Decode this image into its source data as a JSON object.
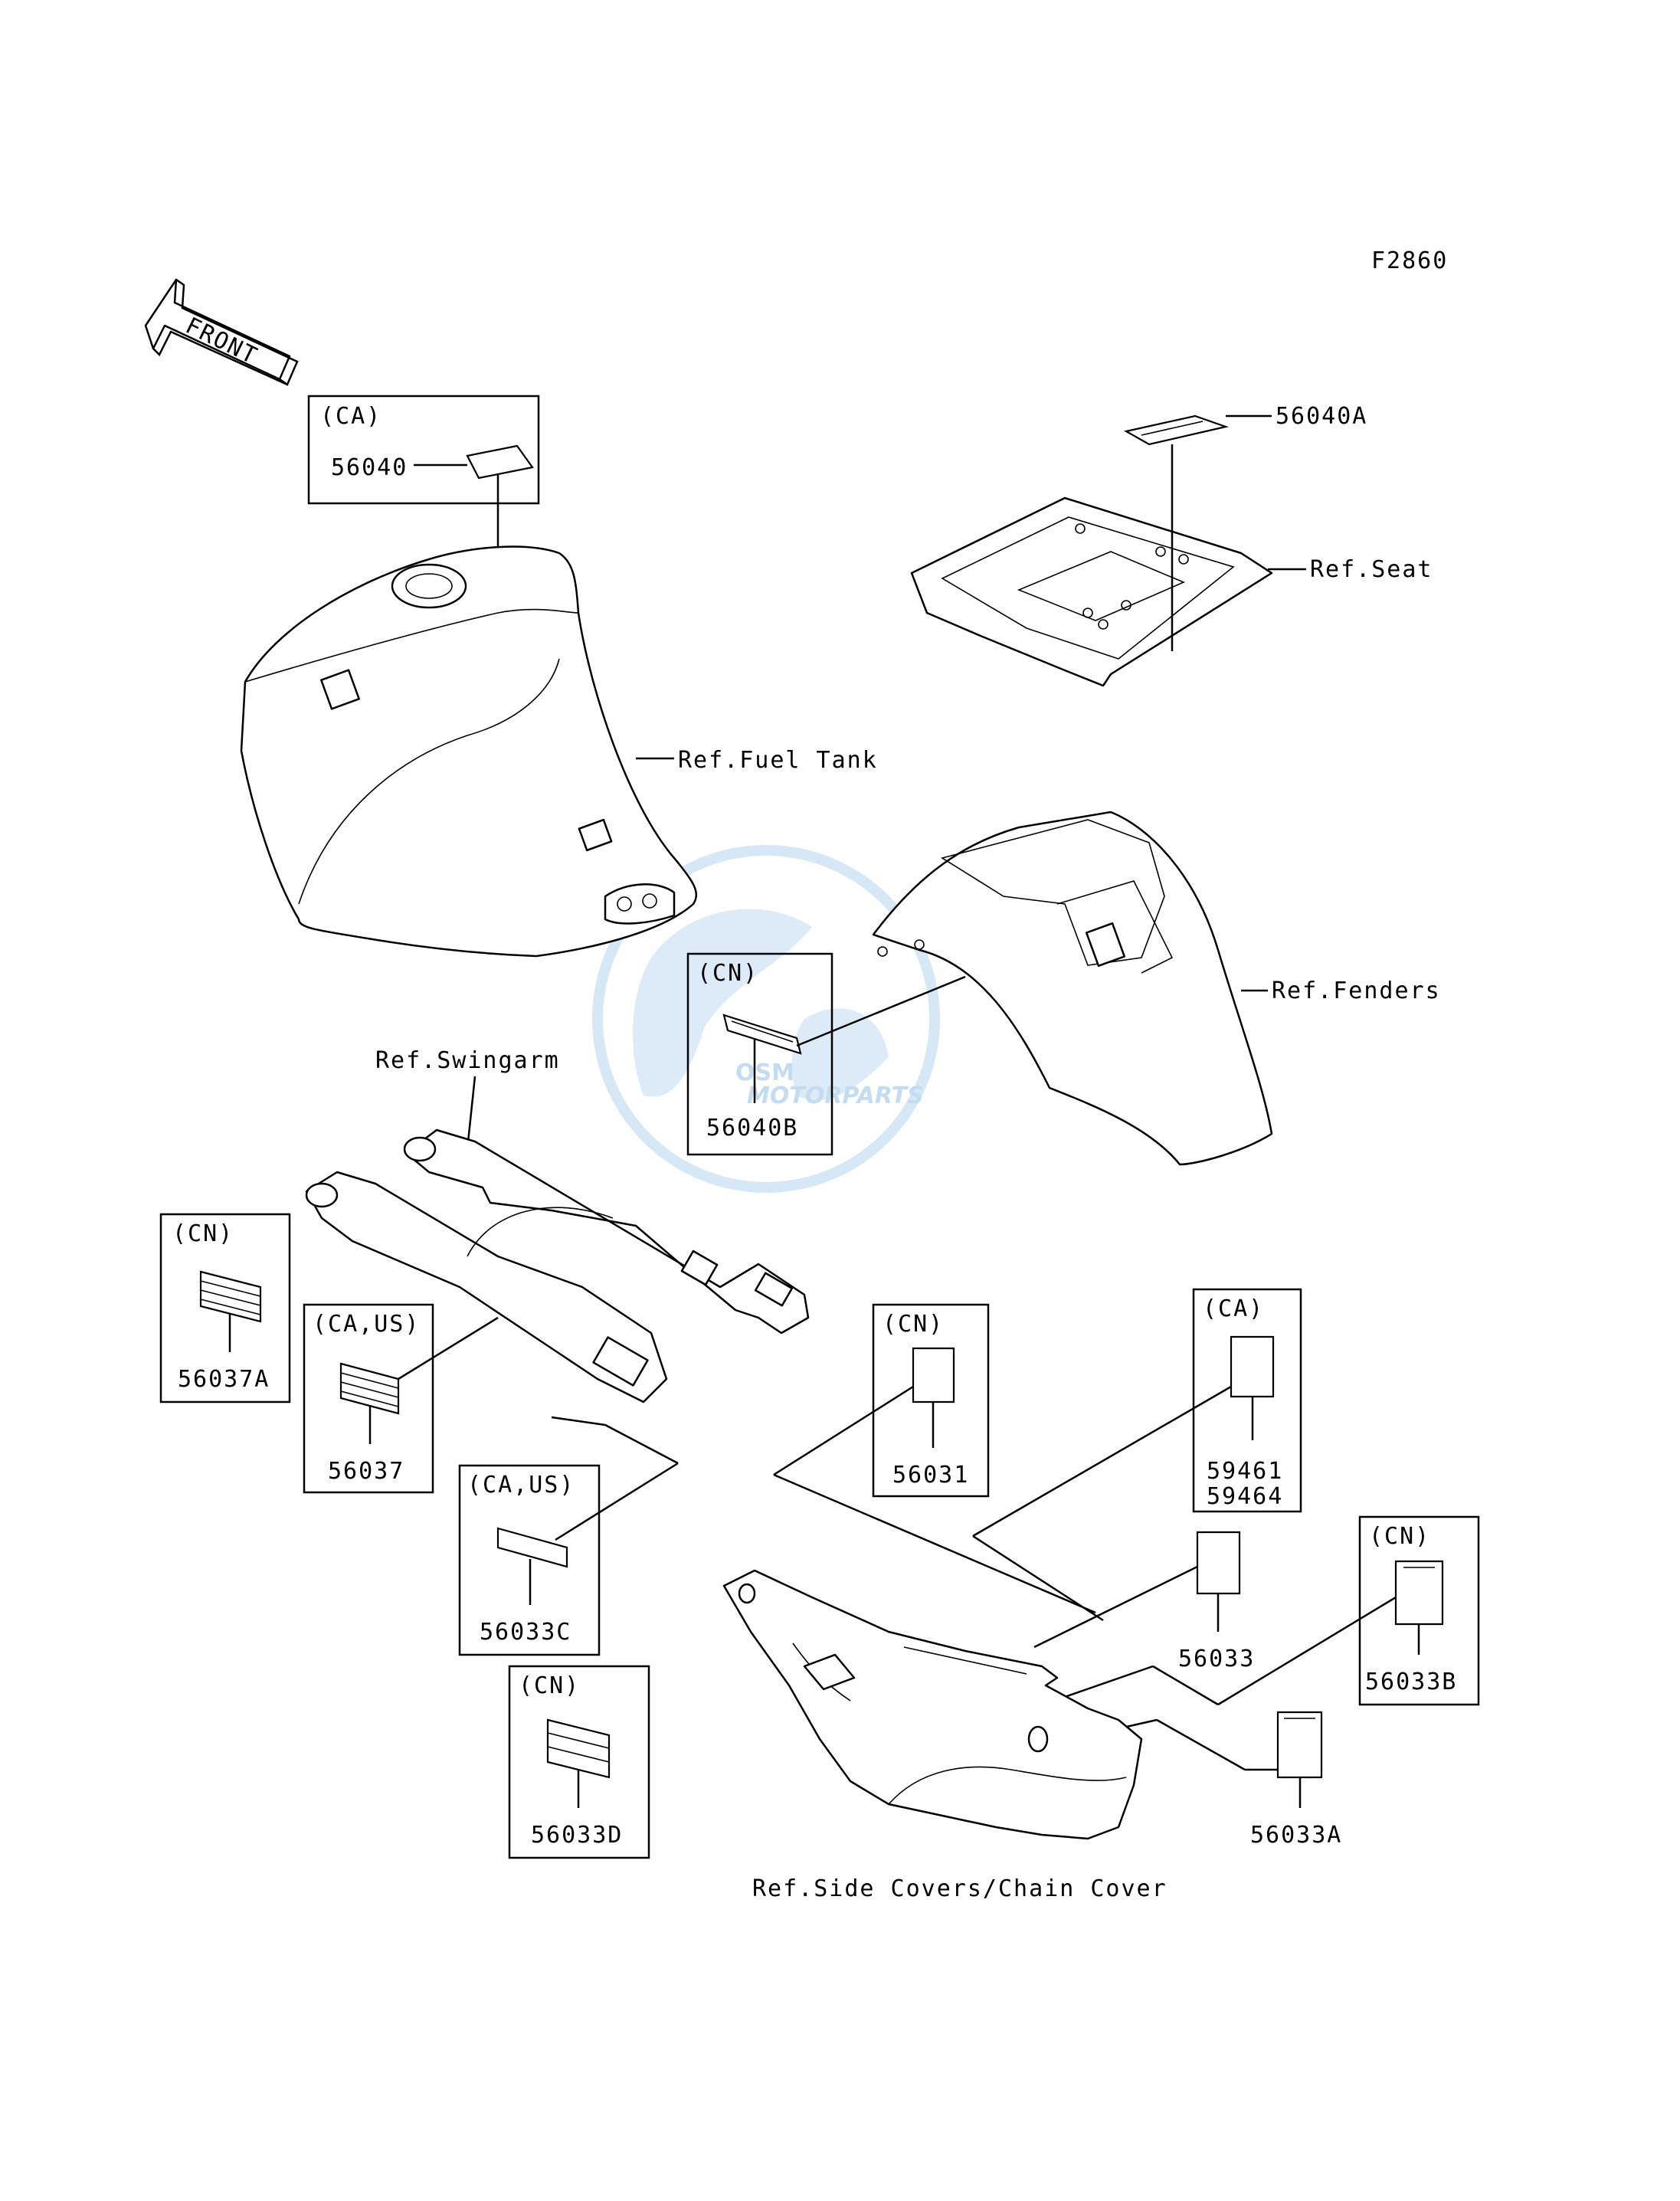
{
  "figure_code": "F2860",
  "front_arrow_label": "FRONT",
  "watermark": {
    "main": "OSM",
    "sub": "MOTORPARTS",
    "color": "#b9d6ee"
  },
  "references": {
    "fuel_tank": "Ref.Fuel Tank",
    "seat": "Ref.Seat",
    "fenders": "Ref.Fenders",
    "swingarm": "Ref.Swingarm",
    "side_covers": "Ref.Side Covers/Chain Cover"
  },
  "regions": {
    "ca": "(CA)",
    "cn": "(CN)",
    "ca_us": "(CA,US)"
  },
  "parts": {
    "p56040": "56040",
    "p56040A": "56040A",
    "p56040B": "56040B",
    "p56037A": "56037A",
    "p56037": "56037",
    "p56033C": "56033C",
    "p56033D": "56033D",
    "p56031": "56031",
    "p59461": "59461",
    "p59464": "59464",
    "p56033": "56033",
    "p56033B": "56033B",
    "p56033A": "56033A"
  }
}
